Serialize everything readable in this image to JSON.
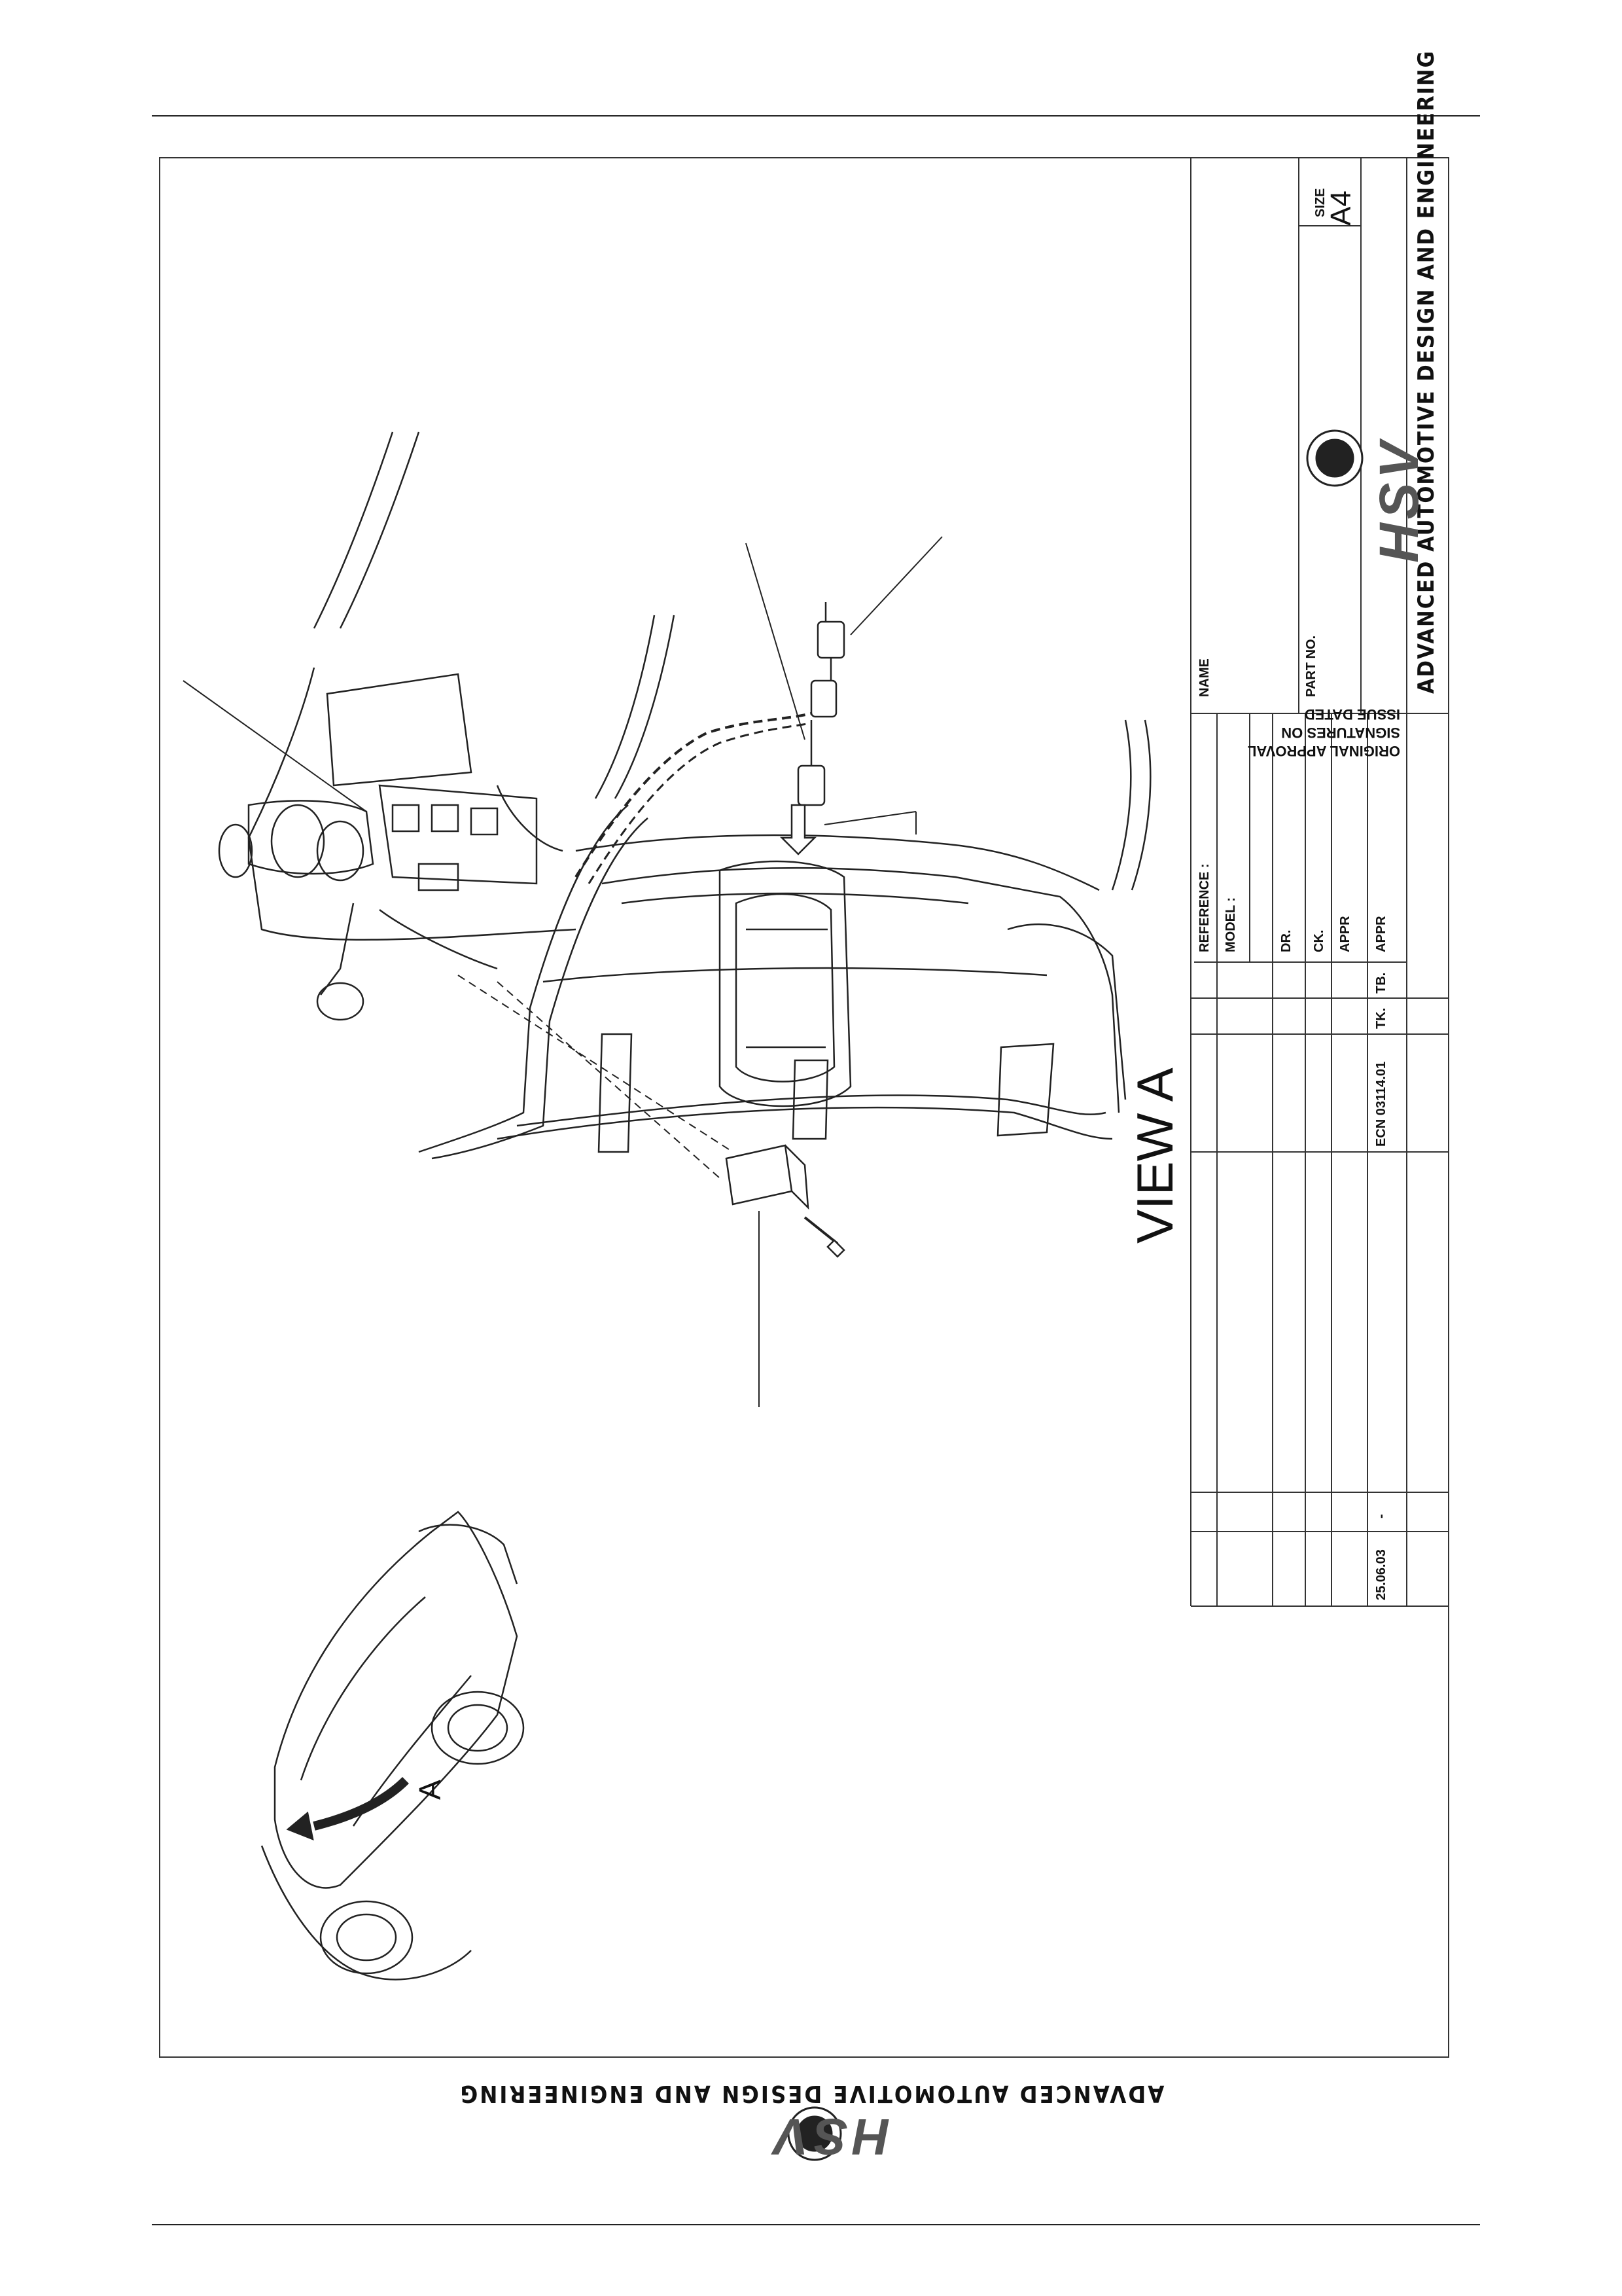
{
  "drawing": {
    "view_label": "VIEW A",
    "callout_letter": "A"
  },
  "title_block": {
    "size_label": "SIZE",
    "size_value": "A4",
    "part_no_label": "PART NO.",
    "name_label": "NAME",
    "company": "ADVANCED AUTOMOTIVE DESIGN AND ENGINEERING",
    "approval_note_lines": [
      "ORIGINAL APPROVAL",
      "SIGNATURES ON",
      "ISSUE DATED"
    ],
    "reference_label": "REFERENCE :",
    "model_label": "MODEL :",
    "dr_label": "DR.",
    "ck_label": "CK.",
    "appr_label": "APPR",
    "appr2_label": "APPR",
    "tb_label": "TB.",
    "tk_label": "TK.",
    "ecn": "ECN 03114.01",
    "date": "25.06.03",
    "dash": "-"
  },
  "footer": {
    "company": "ADVANCED AUTOMOTIVE DESIGN AND ENGINEERING",
    "logo_text": "HSV"
  },
  "logo": {
    "text": "HSV"
  }
}
